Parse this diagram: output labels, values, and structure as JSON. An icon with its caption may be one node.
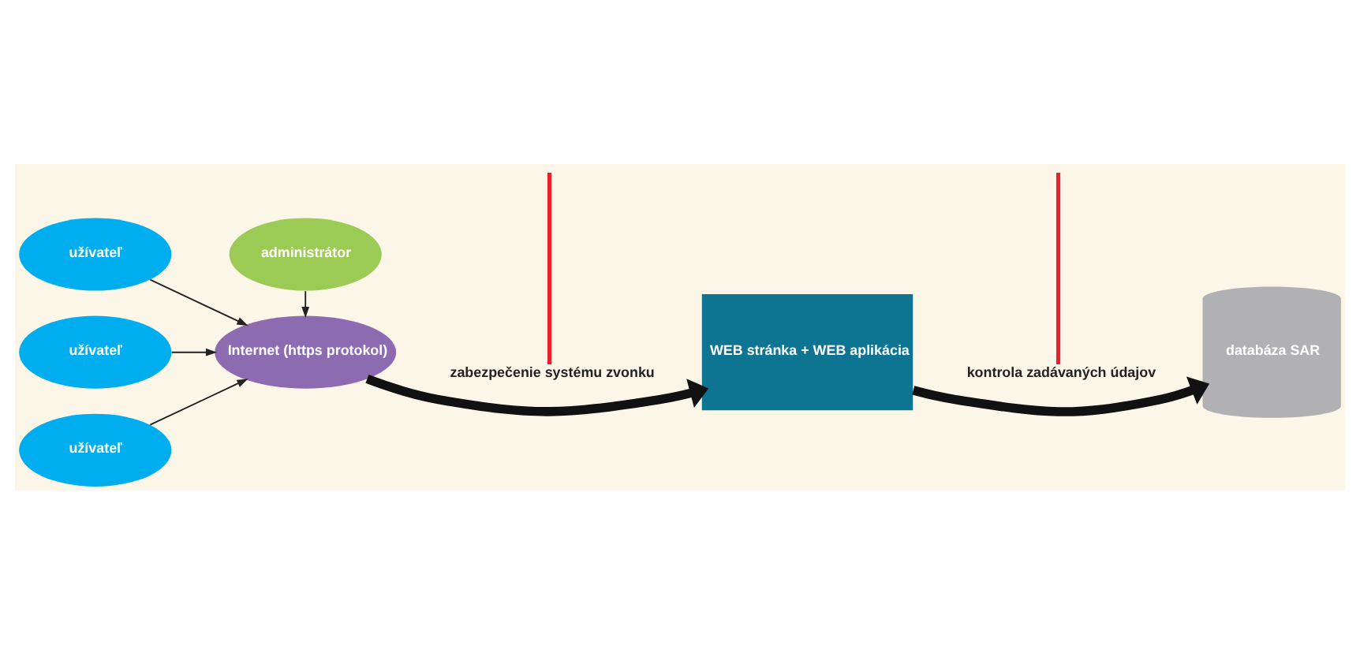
{
  "diagram": {
    "nodes": [
      {
        "text": [
          "užívateľ"
        ]
      },
      {
        "text": [
          "užívateľ"
        ]
      },
      {
        "text": [
          "užívateľ"
        ]
      },
      {
        "text": [
          "Internet (https protokol)"
        ]
      },
      {
        "text": [],
        "shape": "bar",
        "beside": [
          "zabezpečenie systému zvonku"
        ]
      },
      {
        "text": [
          "WEB stránka + WEB aplikácia"
        ]
      },
      {
        "text": [],
        "shape": "bar",
        "beside": [
          "kontrola zadávaných údajov"
        ]
      },
      {
        "text": [
          "databáza SAR"
        ]
      },
      {
        "text": [
          "administrátor"
        ]
      }
    ],
    "edges": [
      {
        "from": 0,
        "to": 3,
        "arrow": "to"
      },
      {
        "from": 1,
        "to": 3,
        "arrow": "to"
      },
      {
        "from": 2,
        "to": 3,
        "arrow": "to"
      },
      {
        "from": 8,
        "to": 3,
        "arrow": "to"
      },
      {
        "from": 3,
        "to": 5,
        "arrow": "to",
        "style": "thick"
      },
      {
        "from": 5,
        "to": 7,
        "arrow": "to",
        "style": "thick"
      }
    ]
  }
}
